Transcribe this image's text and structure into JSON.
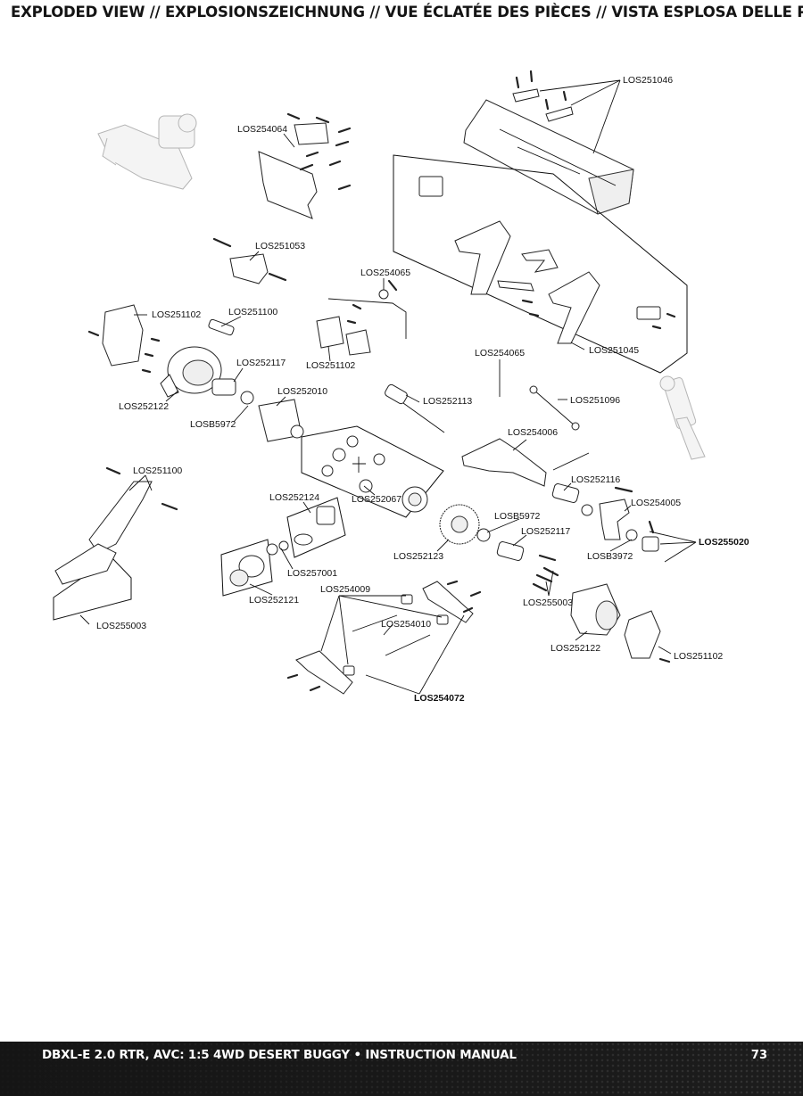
{
  "header": {
    "title": "EXPLODED VIEW // EXPLOSIONSZEICHNUNG // VUE ÉCLATÉE DES PIÈCES // VISTA ESPLOSA DELLE PARTI"
  },
  "diagram": {
    "part_labels": [
      {
        "id": "wing",
        "text": "LOS251046"
      },
      {
        "id": "rear-shock-tower",
        "text": "LOS254064"
      },
      {
        "id": "upper-arm-mount",
        "text": "LOS251053"
      },
      {
        "id": "sway-bar",
        "text": "LOS254065"
      },
      {
        "id": "gearbox-left-top",
        "text": "LOS251102"
      },
      {
        "id": "cvd-shaft",
        "text": "LOS251100"
      },
      {
        "id": "knuckles-center",
        "text": "LOS251102"
      },
      {
        "id": "wing-mount",
        "text": "LOS251045"
      },
      {
        "id": "outdrive-left",
        "text": "LOS252117"
      },
      {
        "id": "sway-link",
        "text": "LOS254065"
      },
      {
        "id": "diff-case",
        "text": "LOS252010"
      },
      {
        "id": "turnbuckle",
        "text": "LOS251096"
      },
      {
        "id": "gearbox-case-left",
        "text": "LOS252122"
      },
      {
        "id": "bearing-left",
        "text": "LOSB5972"
      },
      {
        "id": "driveshaft",
        "text": "LOS252113"
      },
      {
        "id": "lower-arm",
        "text": "LOS254006"
      },
      {
        "id": "brace",
        "text": "LOS251100"
      },
      {
        "id": "diff-internals",
        "text": "LOS252067"
      },
      {
        "id": "pinion",
        "text": "LOS252124"
      },
      {
        "id": "axle",
        "text": "LOS252116"
      },
      {
        "id": "hub-carrier",
        "text": "LOS254005"
      },
      {
        "id": "bearing-right",
        "text": "LOSB5972"
      },
      {
        "id": "hex",
        "text": "LOS255020"
      },
      {
        "id": "outdrive-right",
        "text": "LOS252117"
      },
      {
        "id": "spacer-bearing",
        "text": "LOS257001"
      },
      {
        "id": "spur-gear",
        "text": "LOS252123"
      },
      {
        "id": "bearing-small",
        "text": "LOSB3972"
      },
      {
        "id": "slipper",
        "text": "LOS252121"
      },
      {
        "id": "camber-link-mount",
        "text": "LOS254009"
      },
      {
        "id": "pins",
        "text": "LOS255003"
      },
      {
        "id": "hinge-pins",
        "text": "LOS254010"
      },
      {
        "id": "gearbox-case-right",
        "text": "LOS252122"
      },
      {
        "id": "chassis-plate",
        "text": "LOS255003"
      },
      {
        "id": "gearbox-right",
        "text": "LOS251102"
      },
      {
        "id": "rear-brace",
        "text": "LOS254072"
      }
    ]
  },
  "footer": {
    "title": "DBXL-E 2.0 RTR, AVC: 1:5 4WD DESERT BUGGY • INSTRUCTION MANUAL",
    "page_number": "73"
  }
}
